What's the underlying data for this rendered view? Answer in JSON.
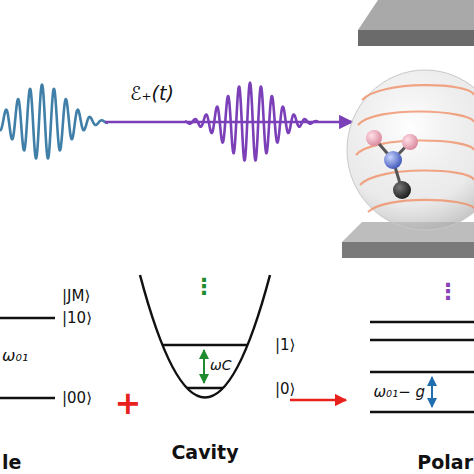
{
  "diagram": {
    "labels": [
      "ℰ₊(t)",
      "|JM⟩",
      "|10⟩",
      "ω₀₁",
      "|00⟩",
      "le",
      "+",
      "⋮",
      "|1⟩",
      "ωC",
      "|0⟩",
      "Cavity",
      "⋮",
      "ω₀₁− g",
      "Polar"
    ]
  }
}
